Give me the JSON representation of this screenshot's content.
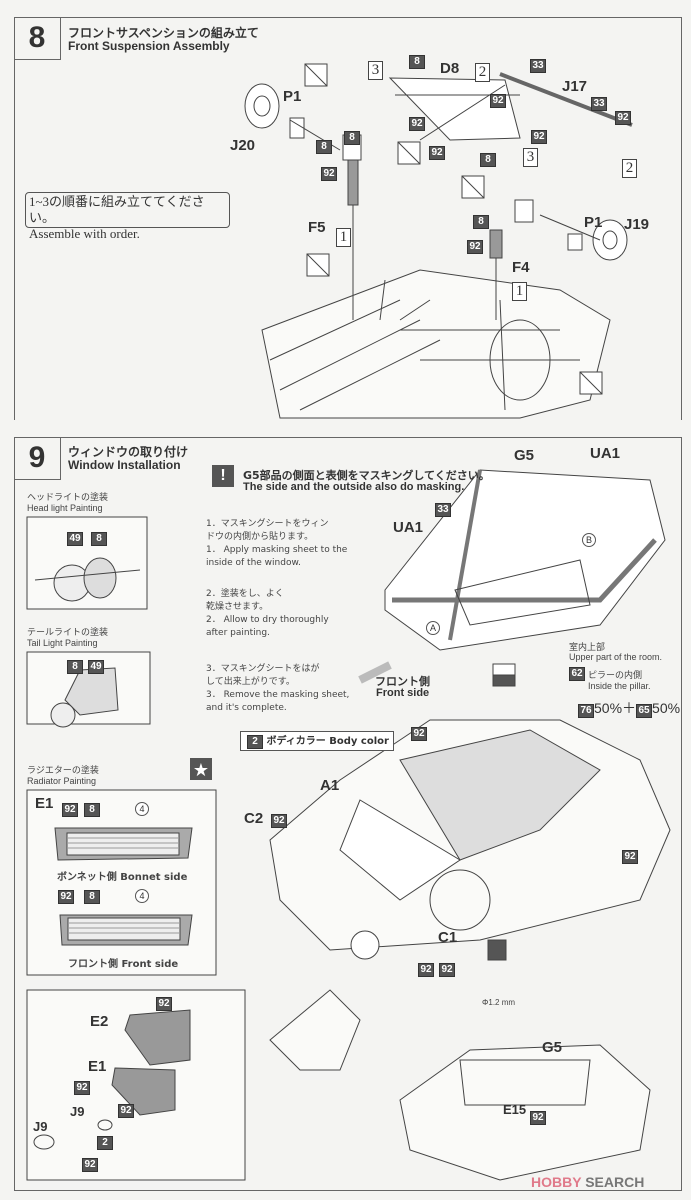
{
  "step8": {
    "number": "8",
    "title_jp": "フロントサスペンションの組み立て",
    "title_en": "Front  Suspension Assembly",
    "note_jp": "1~3の順番に組み立ててください。",
    "note_en": "Assemble with order.",
    "parts": [
      "P1",
      "J20",
      "D8",
      "J17",
      "F5",
      "F4",
      "P1",
      "J19"
    ],
    "colors": [
      "8",
      "92",
      "8",
      "33",
      "92",
      "33",
      "92",
      "92",
      "8",
      "92",
      "8",
      "92",
      "8",
      "92"
    ],
    "order": [
      "3",
      "2",
      "3",
      "2",
      "1",
      "1"
    ]
  },
  "step9": {
    "number": "9",
    "title_jp": "ウィンドウの取り付け",
    "title_en": "Window Installation",
    "headlight": {
      "title_jp": "ヘッドライトの塗装",
      "title_en": "Head light Painting",
      "colors": [
        "49",
        "8"
      ]
    },
    "taillight": {
      "title_jp": "テールライトの塗装",
      "title_en": "Tail Light Painting",
      "colors": [
        "8",
        "49"
      ]
    },
    "radiator": {
      "title_jp": "ラジエターの塗装",
      "title_en": "Radiator Painting",
      "part": "E1",
      "colors_top": [
        "92",
        "8"
      ],
      "circle_top": "4",
      "bonnet_side": "ボンネット側 Bonnet side",
      "colors_bottom": [
        "92",
        "8"
      ],
      "circle_bottom": "4",
      "front_side": "フロント側 Front side"
    },
    "masking": {
      "jp": "G5部品の側面と表側をマスキングしてください。",
      "en": "The side and the outside also do masking.",
      "steps": [
        {
          "jp1": "1．マスキングシートをウィン",
          "jp2": "ドウの内側から貼ります。",
          "en1": "1． Apply masking sheet to the",
          "en2": "inside of the window."
        },
        {
          "jp1": "2．塗装をし、よく",
          "jp2": "乾燥させます。",
          "en1": "2． Allow to dry thoroughly",
          "en2": "after painting."
        },
        {
          "jp1": "3．マスキングシートをはが",
          "jp2": "して出来上がりです。",
          "en1": "3． Remove the masking sheet,",
          "en2": "and it's complete."
        }
      ]
    },
    "window_parts": {
      "g5": "G5",
      "ua1_right": "UA1",
      "ua1_left": "UA1",
      "color33": "33",
      "mark_b": "B",
      "mark_a": "A"
    },
    "front_side_jp": "フロント側",
    "front_side_en": "Front side",
    "body_color": {
      "num": "2",
      "label": "ボディカラー Body color"
    },
    "interior": {
      "jp": "室内上部",
      "en": "Upper part of the room.",
      "color": "62"
    },
    "pillar": {
      "jp": "ピラーの内側",
      "en": "Inside the pillar.",
      "c1": "76",
      "p1": "50%",
      "plus": "＋",
      "c2": "65",
      "p2": "50%"
    },
    "body_parts": {
      "a1": "A1",
      "c2": "C2",
      "c1": "C1",
      "g5": "G5",
      "e15": "E15",
      "drill": "Φ1.2 mm"
    },
    "body_colors": [
      "92",
      "92",
      "92",
      "92",
      "92",
      "92"
    ],
    "lower_box": {
      "e2": "E2",
      "e1": "E1",
      "j9": "J9",
      "j9b": "J9",
      "colors": [
        "92",
        "92",
        "92",
        "2",
        "92"
      ]
    }
  },
  "watermark": {
    "brand1": "HOBBY",
    "brand2": "SEARCH"
  }
}
